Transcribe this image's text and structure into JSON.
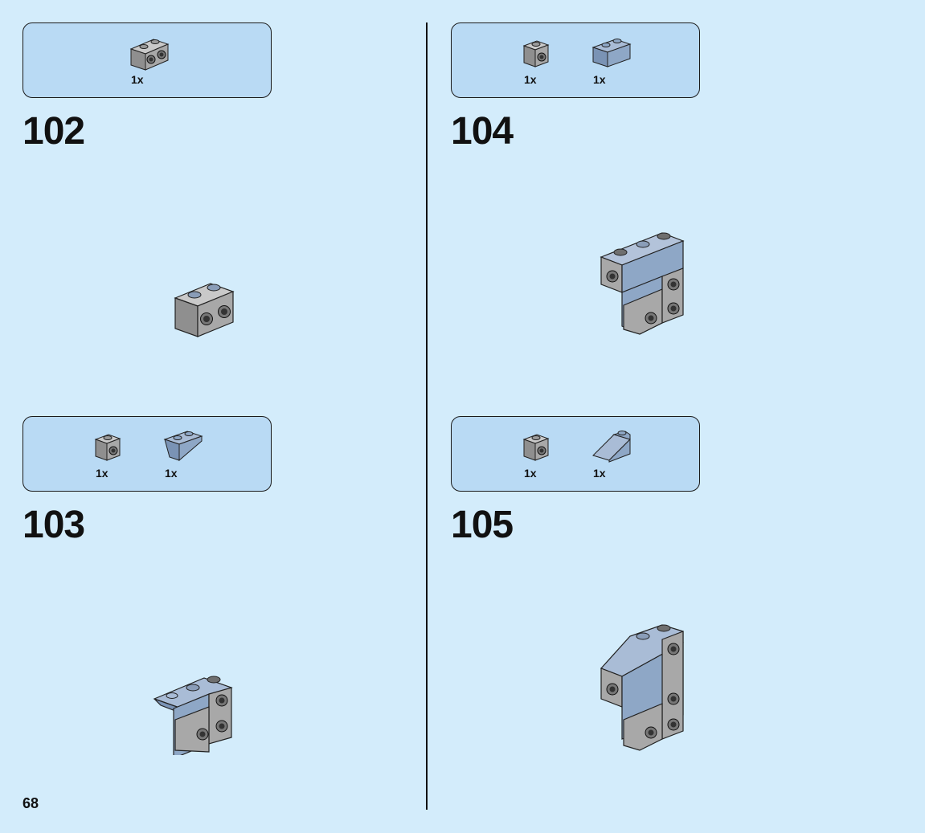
{
  "page_number": "68",
  "steps": [
    {
      "number": "102",
      "parts": [
        {
          "icon": "brick-1x2-with-side-studs-icon",
          "qty": "1x"
        }
      ]
    },
    {
      "number": "103",
      "parts": [
        {
          "icon": "brick-1x1-with-side-stud-icon",
          "qty": "1x"
        },
        {
          "icon": "slope-inverted-1x2-blue-icon",
          "qty": "1x"
        }
      ]
    },
    {
      "number": "104",
      "parts": [
        {
          "icon": "brick-1x1-with-side-stud-icon",
          "qty": "1x"
        },
        {
          "icon": "brick-1x2-blue-icon",
          "qty": "1x"
        }
      ]
    },
    {
      "number": "105",
      "parts": [
        {
          "icon": "brick-1x1-with-side-stud-icon",
          "qty": "1x"
        },
        {
          "icon": "slope-1x2-blue-icon",
          "qty": "1x"
        }
      ]
    }
  ],
  "colors": {
    "background": "#d3ecfb",
    "parts_box": "#b9daf4",
    "gray_brick": "#a3a3a3",
    "blue_brick": "#8ea7c6"
  }
}
